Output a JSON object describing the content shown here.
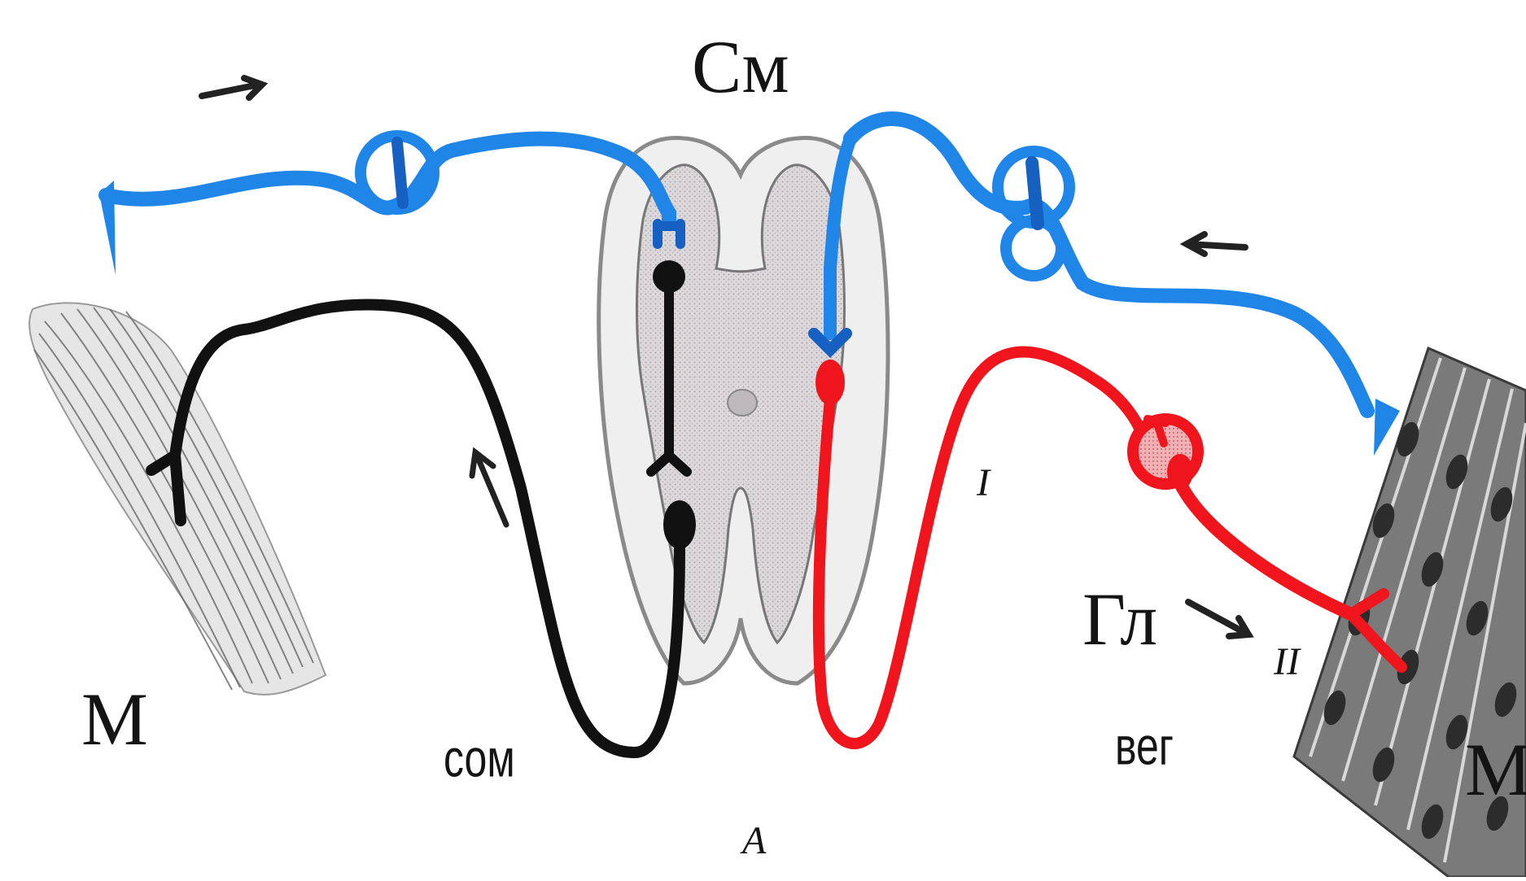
{
  "labels": {
    "spinal_cord": "См",
    "muscle_left": "М",
    "muscle_right": "М",
    "ganglion": "Гл",
    "somatic": "сом",
    "vegetative": "вег",
    "neuron_one": "I",
    "neuron_two": "II",
    "panel": "A"
  },
  "colors": {
    "afferent": "#1f86e8",
    "afferent_dark": "#1560c0",
    "somatic_efferent": "#111111",
    "autonomic_efferent": "#f0141c",
    "grey_matter": "#c9c5c9",
    "cord_outline": "#8a8a8a"
  }
}
